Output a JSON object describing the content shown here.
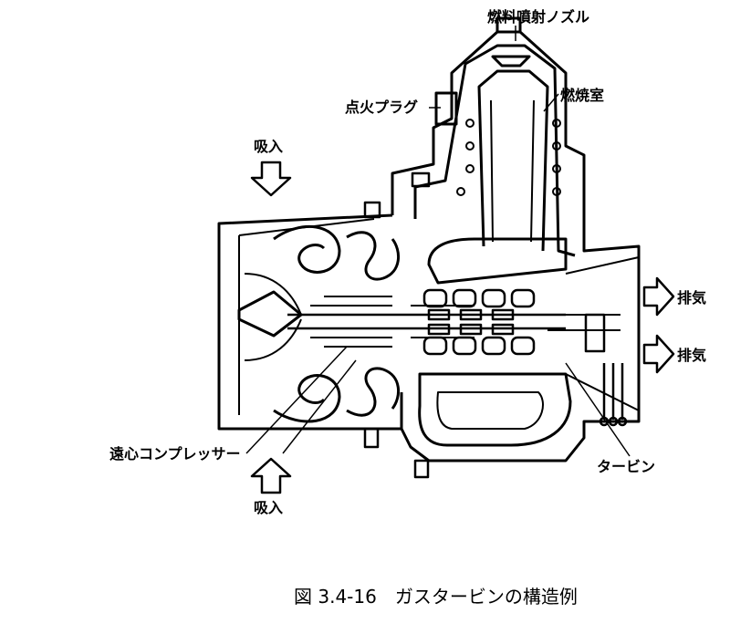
{
  "labels": {
    "fuel_nozzle": "燃料噴射ノズル",
    "spark_plug": "点火プラグ",
    "combustor": "燃焼室",
    "intake_top": "吸入",
    "intake_bottom": "吸入",
    "exhaust_1": "排気",
    "exhaust_2": "排気",
    "compressor": "遠心コンプレッサー",
    "turbine": "タービン"
  },
  "caption": "図 3.4-16　ガスタービンの構造例"
}
